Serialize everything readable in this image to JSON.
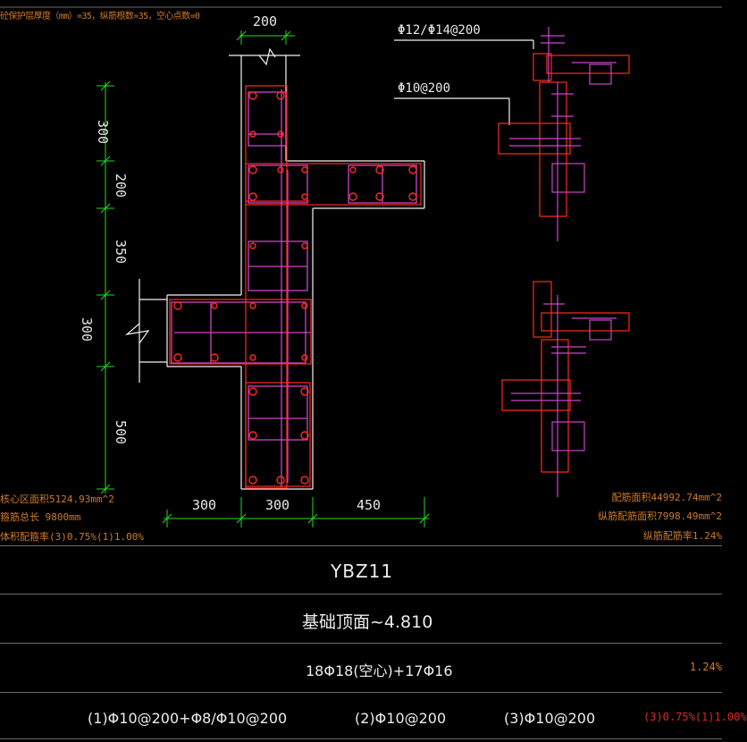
{
  "drawing": {
    "top_info": "砼保护层厚度（mm）=35，纵筋根数=35，空心点数=0",
    "left_info": [
      "核心区面积5124.93mm^2",
      "箍筋总长 9800mm",
      "体积配箍率(3)0.75%(1)1.00%"
    ],
    "right_info": [
      "配筋面积44992.74mm^2",
      "纵筋配筋面积7998.49mm^2",
      "纵筋配筋率1.24%"
    ],
    "dims": {
      "top_width": "200",
      "vertical": [
        "300",
        "200",
        "350",
        "300",
        "500"
      ],
      "horizontal": [
        "300",
        "300",
        "450"
      ]
    },
    "labels": {
      "rebar_a": "Φ12/Φ14@200",
      "rebar_b": "Φ10@200"
    },
    "colors": {
      "concrete": "#f2f2f2",
      "rebar": "#ff2a1f",
      "stirrup": "#cc44cc",
      "dimension": "#22dd22",
      "text": "#d07a2a"
    }
  },
  "table": {
    "name": "YBZ11",
    "elevation": "基础顶面~4.810",
    "longitudinal": "18Φ18(空心)+17Φ16",
    "longitudinal_ratio": "1.24%",
    "stirrup_1": "(1)Φ10@200+Φ8/Φ10@200",
    "stirrup_2": "(2)Φ10@200",
    "stirrup_3": "(3)Φ10@200",
    "volume_ratio": "(3)0.75%(1)1.00%"
  }
}
